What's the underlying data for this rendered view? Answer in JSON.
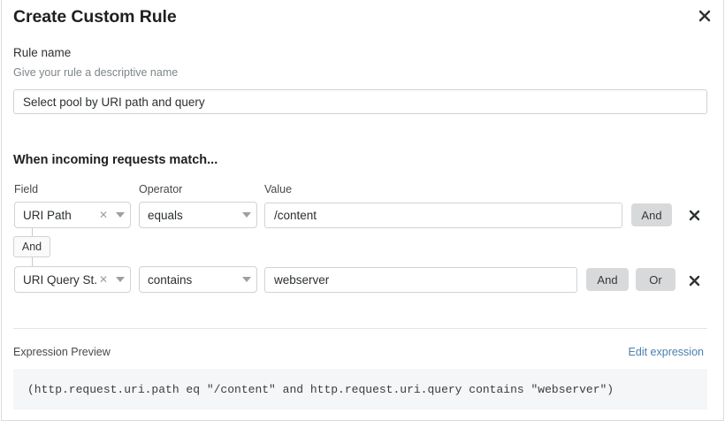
{
  "dialog": {
    "title": "Create Custom Rule",
    "close_icon": "close-icon"
  },
  "rule_name": {
    "label": "Rule name",
    "help": "Give your rule a descriptive name",
    "value": "Select pool by URI path and query",
    "placeholder": ""
  },
  "match_section": {
    "heading": "When incoming requests match...",
    "columns": {
      "field": "Field",
      "operator": "Operator",
      "value": "Value"
    },
    "connector": {
      "label": "And"
    },
    "rows": [
      {
        "field": "URI Path",
        "operator": "equals",
        "value": "/content",
        "clear_icon": "clear-icon",
        "caret_icon": "chevron-down-icon",
        "buttons": [
          "And"
        ],
        "delete_icon": "delete-icon"
      },
      {
        "field": "URI Query St...",
        "operator": "contains",
        "value": "webserver",
        "clear_icon": "clear-icon",
        "caret_icon": "chevron-down-icon",
        "buttons": [
          "And",
          "Or"
        ],
        "delete_icon": "delete-icon"
      }
    ]
  },
  "preview": {
    "label": "Expression Preview",
    "edit_link": "Edit expression",
    "expression": "(http.request.uri.path eq \"/content\" and http.request.uri.query contains \"webserver\")"
  },
  "colors": {
    "link": "#4a7fad",
    "button_bg": "#d7d9db",
    "border": "#cfd3d6",
    "code_bg": "#f5f6f7"
  }
}
